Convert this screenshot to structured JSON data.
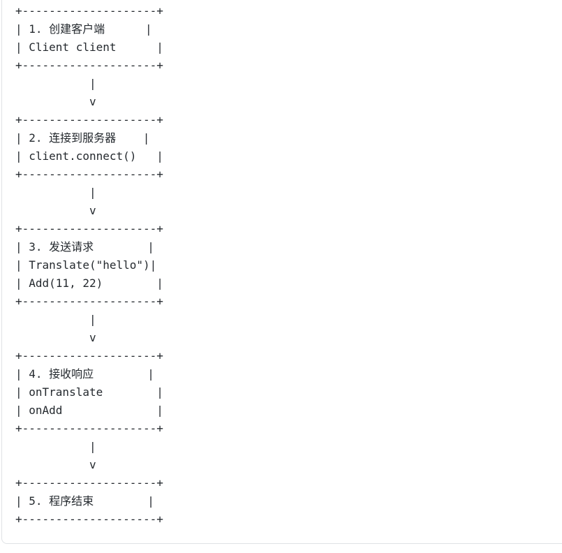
{
  "page": {
    "background_color": "#ffffff"
  },
  "code_block": {
    "border_color": "#dfe2e5",
    "background_color": "#ffffff",
    "text_color": "#24292e",
    "lines": [
      "+--------------------+",
      "| 1. 创建客户端      |",
      "| Client client      |",
      "+--------------------+",
      "           |",
      "           v",
      "+--------------------+",
      "| 2. 连接到服务器    |",
      "| client.connect()   |",
      "+--------------------+",
      "           |",
      "           v",
      "+--------------------+",
      "| 3. 发送请求        |",
      "| Translate(\"hello\")|",
      "| Add(11, 22)        |",
      "+--------------------+",
      "           |",
      "           v",
      "+--------------------+",
      "| 4. 接收响应        |",
      "| onTranslate        |",
      "| onAdd              |",
      "+--------------------+",
      "           |",
      "           v",
      "+--------------------+",
      "| 5. 程序结束        |",
      "+--------------------+"
    ]
  },
  "flowchart": {
    "direction": "top-to-bottom",
    "arrow_stem_glyph": "|",
    "arrow_head_glyph": "v",
    "steps": [
      {
        "number": "1",
        "label": "创建客户端",
        "code_lines": [
          "Client client"
        ]
      },
      {
        "number": "2",
        "label": "连接到服务器",
        "code_lines": [
          "client.connect()"
        ]
      },
      {
        "number": "3",
        "label": "发送请求",
        "code_lines": [
          "Translate(\"hello\")",
          "Add(11, 22)"
        ]
      },
      {
        "number": "4",
        "label": "接收响应",
        "code_lines": [
          "onTranslate",
          "onAdd"
        ]
      },
      {
        "number": "5",
        "label": "程序结束",
        "code_lines": []
      }
    ]
  }
}
